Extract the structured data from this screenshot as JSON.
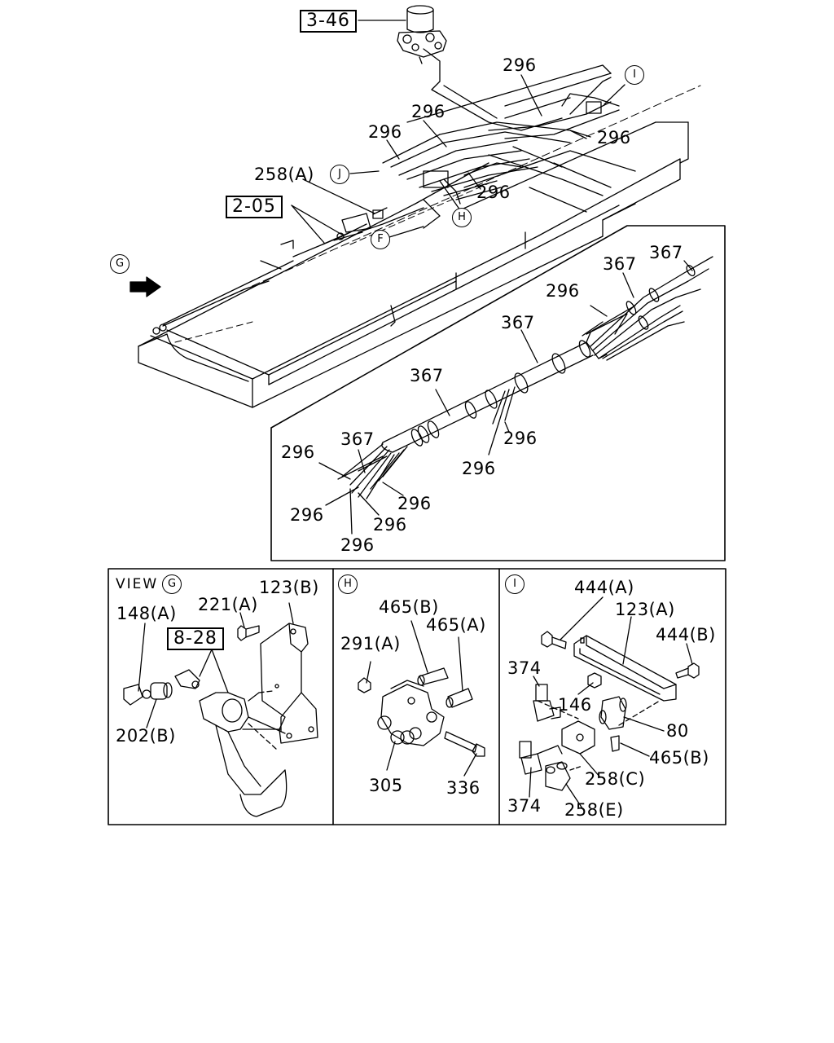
{
  "ref_boxes": {
    "r346": "3-46",
    "r205": "2-05",
    "r828": "8-28"
  },
  "markers": {
    "G": "G",
    "H": "H",
    "I": "I",
    "J": "J",
    "F": "F"
  },
  "view_label": "VIEW",
  "labels": {
    "l296_a": "296",
    "l296_b": "296",
    "l296_c": "296",
    "l296_d": "296",
    "l296_e": "296",
    "l258A": "258(A)",
    "l367_a": "367",
    "l367_b": "367",
    "l296_f": "296",
    "l367_c": "367",
    "l367_d": "367",
    "l296_g": "296",
    "l296_h": "296",
    "l296_i": "296",
    "l367_e": "367",
    "l296_j": "296",
    "l296_k": "296",
    "l296_l": "296",
    "l296_m": "296",
    "l148A": "148(A)",
    "l221A": "221(A)",
    "l123B": "123(B)",
    "l202B": "202(B)",
    "l465B_h": "465(B)",
    "l465A": "465(A)",
    "l291A": "291(A)",
    "l305": "305",
    "l336": "336",
    "l444A": "444(A)",
    "l123A": "123(A)",
    "l444B": "444(B)",
    "l374_a": "374",
    "l146": "146",
    "l80": "80",
    "l465B_i": "465(B)",
    "l258C": "258(C)",
    "l374_b": "374",
    "l258E": "258(E)"
  }
}
